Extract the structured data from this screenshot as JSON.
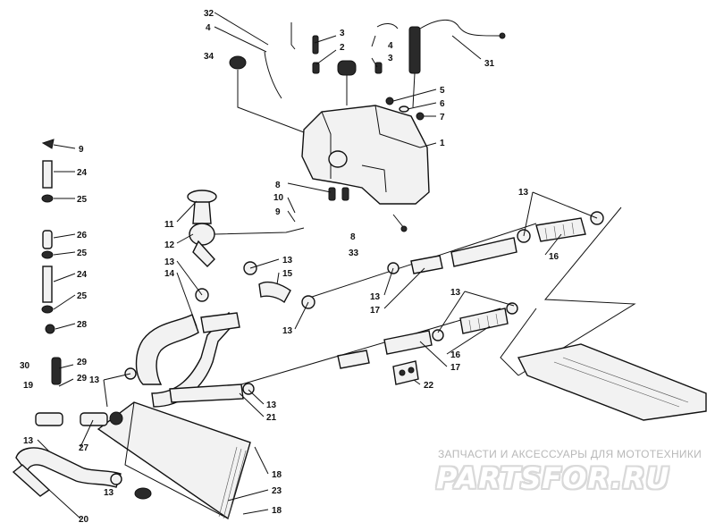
{
  "watermark": {
    "caption": "ЗАПЧАСТИ И АКСЕССУАРЫ ДЛЯ МОТОТЕХНИКИ",
    "logo": "PARTSFOR.RU"
  },
  "callouts": {
    "n1": "1",
    "n2": "2",
    "n3": "3",
    "n4": "4",
    "n5": "5",
    "n6": "6",
    "n7": "7",
    "n8": "8",
    "n9": "9",
    "n10": "10",
    "n11": "11",
    "n12": "12",
    "n13": "13",
    "n14": "14",
    "n15": "15",
    "n16": "16",
    "n17": "17",
    "n18": "18",
    "n19": "19",
    "n20": "20",
    "n21": "21",
    "n22": "22",
    "n23": "23",
    "n24": "24",
    "n25": "25",
    "n26": "26",
    "n27": "27",
    "n28": "28",
    "n29": "29",
    "n30": "30",
    "n31": "31",
    "n32": "32",
    "n33": "33",
    "n34": "34"
  }
}
